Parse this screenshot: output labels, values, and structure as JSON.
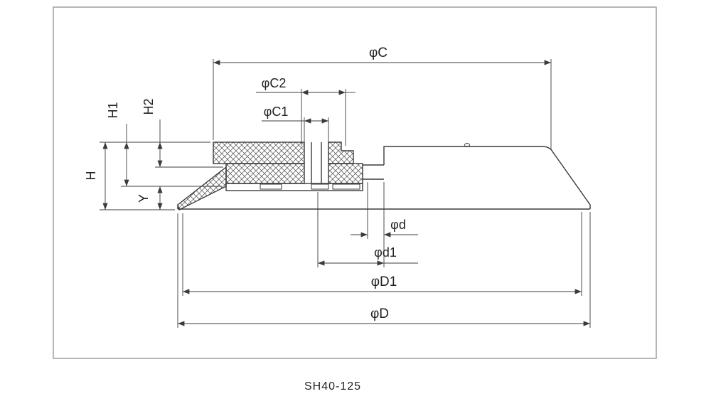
{
  "drawing_title": "SH40-125",
  "labels": {
    "phi_c": "φC",
    "phi_c2": "φC2",
    "phi_c1": "φC1",
    "h1": "H1",
    "h2": "H2",
    "h": "H",
    "y": "Y",
    "phi_d": "φd",
    "phi_d1": "φd1",
    "phi_D1": "φD1",
    "phi_D": "φD"
  },
  "colors": {
    "line": "#3b3b3b",
    "frame_border": "#9e9e9e",
    "background": "#ffffff"
  }
}
